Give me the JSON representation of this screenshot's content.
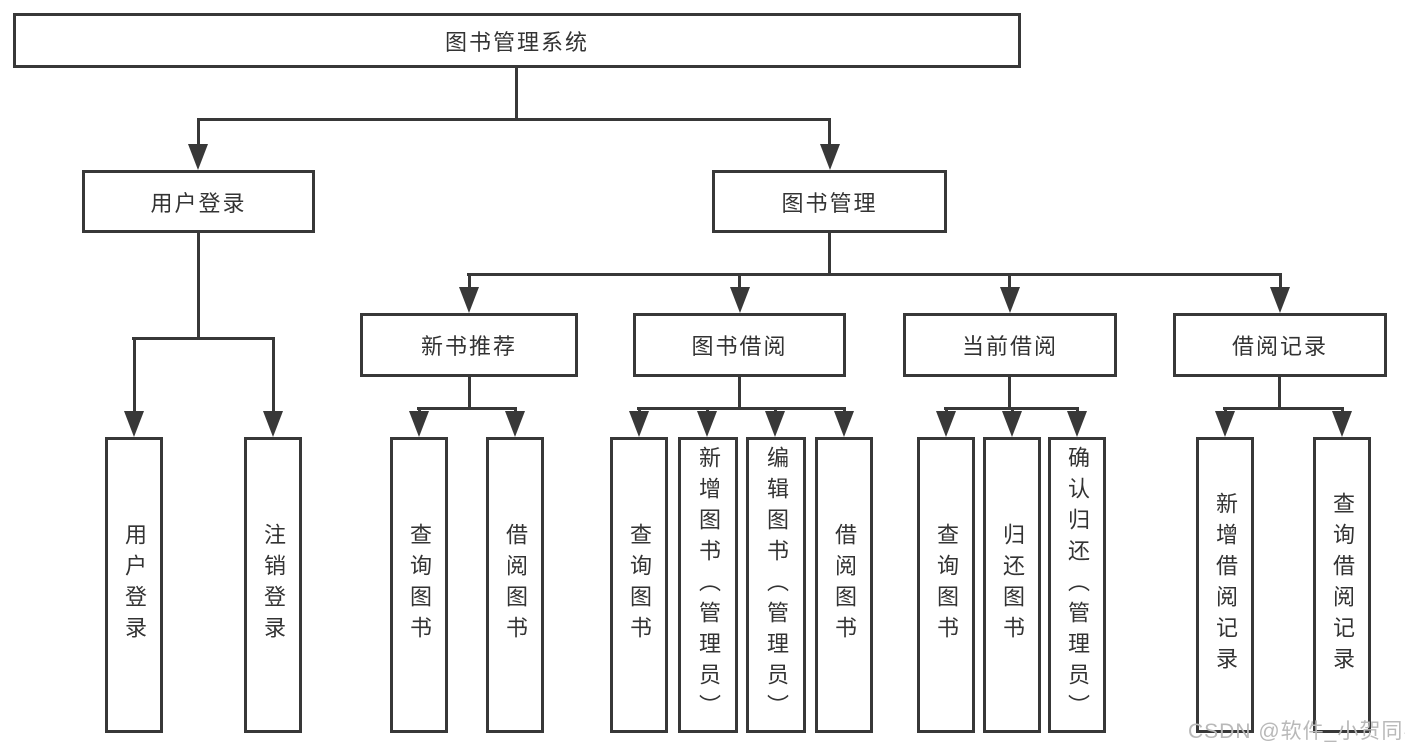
{
  "colors": {
    "line": "#383838",
    "text": "#333333",
    "watermark": "#b9b9b9",
    "background": "#ffffff"
  },
  "nodes": {
    "root": {
      "label": "图书管理系统"
    },
    "user_login": {
      "label": "用户登录"
    },
    "book_mgmt": {
      "label": "图书管理"
    },
    "new_book_rec": {
      "label": "新书推荐"
    },
    "book_borrow": {
      "label": "图书借阅"
    },
    "current_borrow": {
      "label": "当前借阅"
    },
    "borrow_record": {
      "label": "借阅记录"
    },
    "leaf_user_login": {
      "label": "用户登录"
    },
    "leaf_logout": {
      "label": "注销登录"
    },
    "leaf_query_books_a": {
      "label": "查询图书"
    },
    "leaf_borrow_books_a": {
      "label": "借阅图书"
    },
    "leaf_query_books_b": {
      "label": "查询图书"
    },
    "leaf_add_book": {
      "label": "新增图书（管理员）"
    },
    "leaf_edit_book": {
      "label": "编辑图书（管理员）"
    },
    "leaf_borrow_books_b": {
      "label": "借阅图书"
    },
    "leaf_query_books_c": {
      "label": "查询图书"
    },
    "leaf_return_book": {
      "label": "归还图书"
    },
    "leaf_confirm_return": {
      "label": "确认归还（管理员）"
    },
    "leaf_add_borrow_record": {
      "label": "新增借阅记录"
    },
    "leaf_query_borrow_record": {
      "label": "查询借阅记录"
    }
  },
  "watermark": {
    "text": "CSDN @软件_小贺同学"
  }
}
